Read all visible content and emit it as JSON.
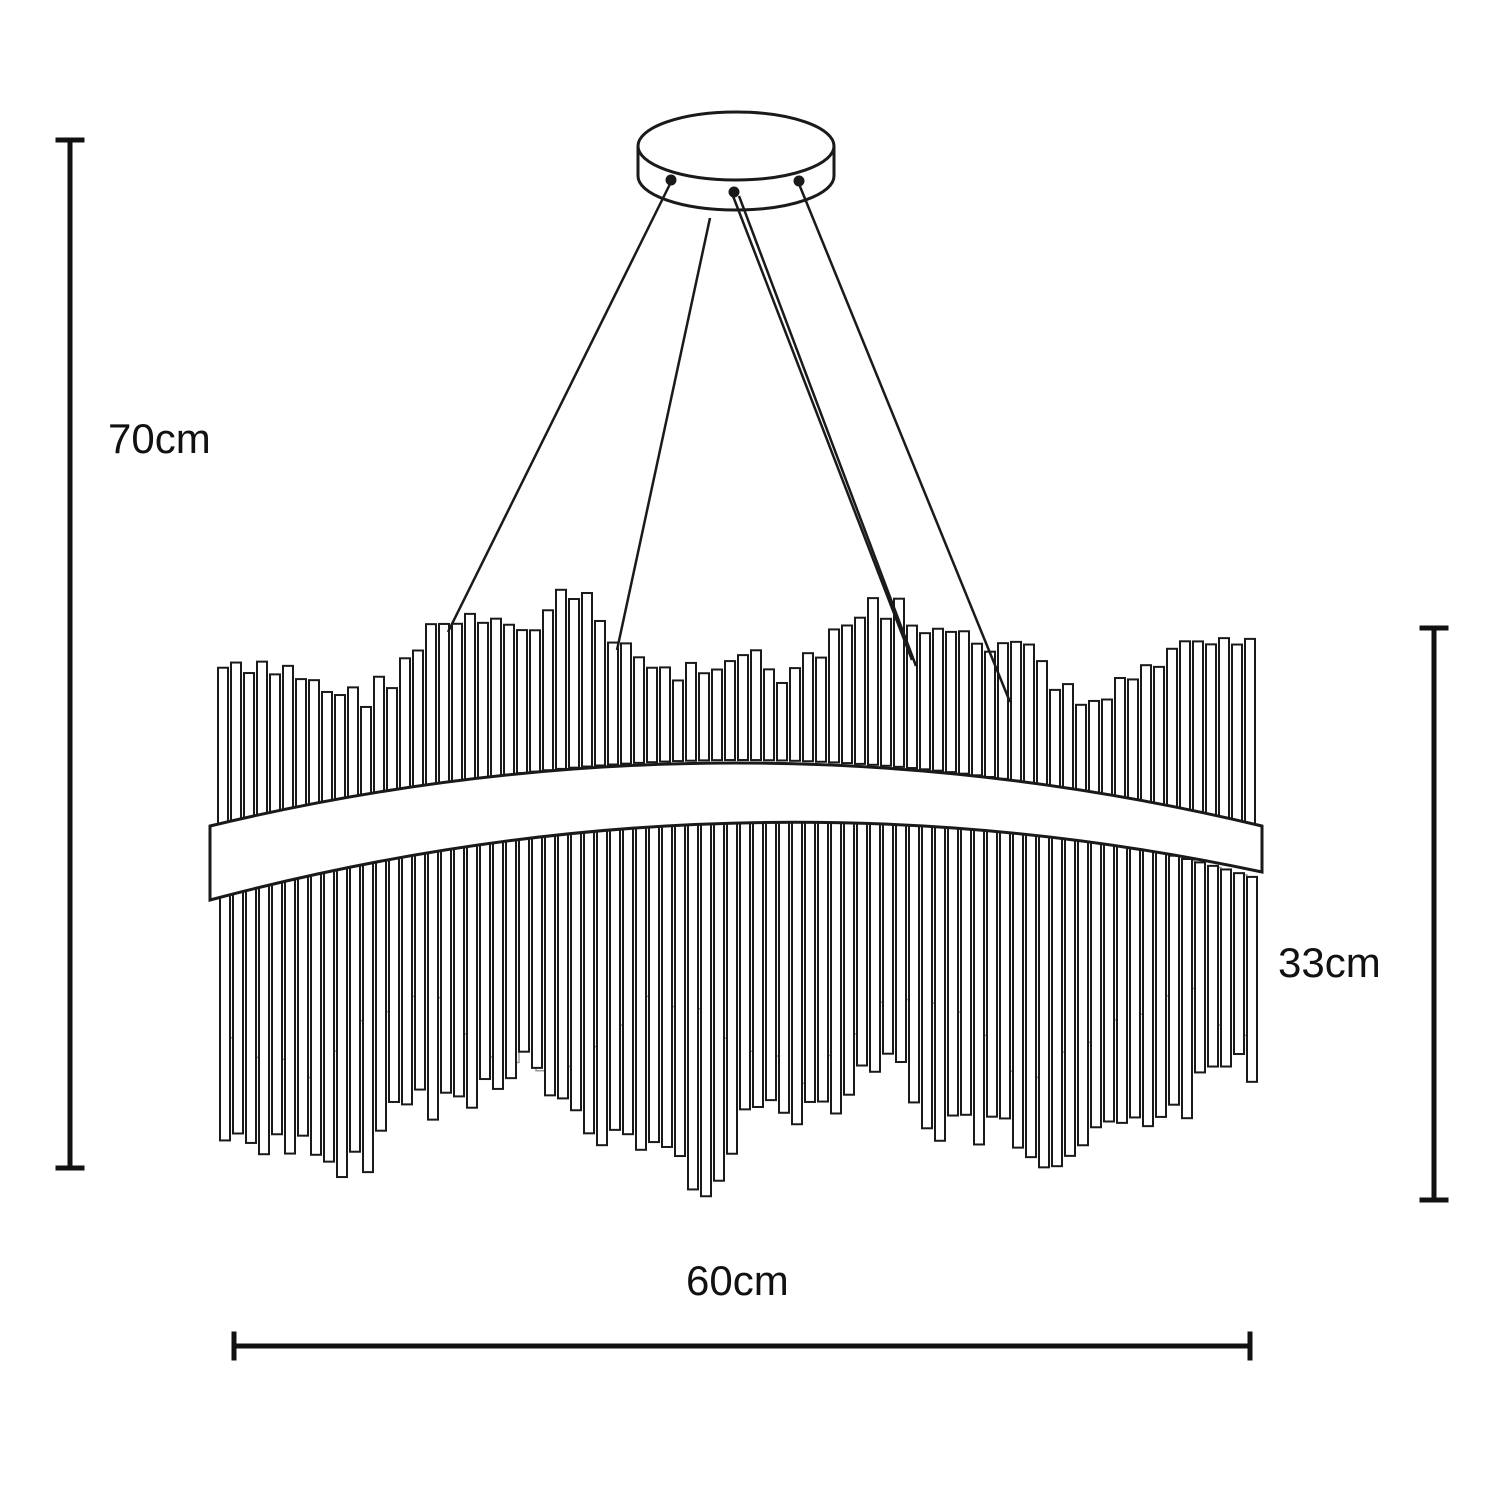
{
  "dimensions": {
    "total_height": "70cm",
    "body_height": "33cm",
    "diameter": "60cm"
  },
  "colors": {
    "line": "#1a1a1a",
    "background": "#ffffff"
  }
}
